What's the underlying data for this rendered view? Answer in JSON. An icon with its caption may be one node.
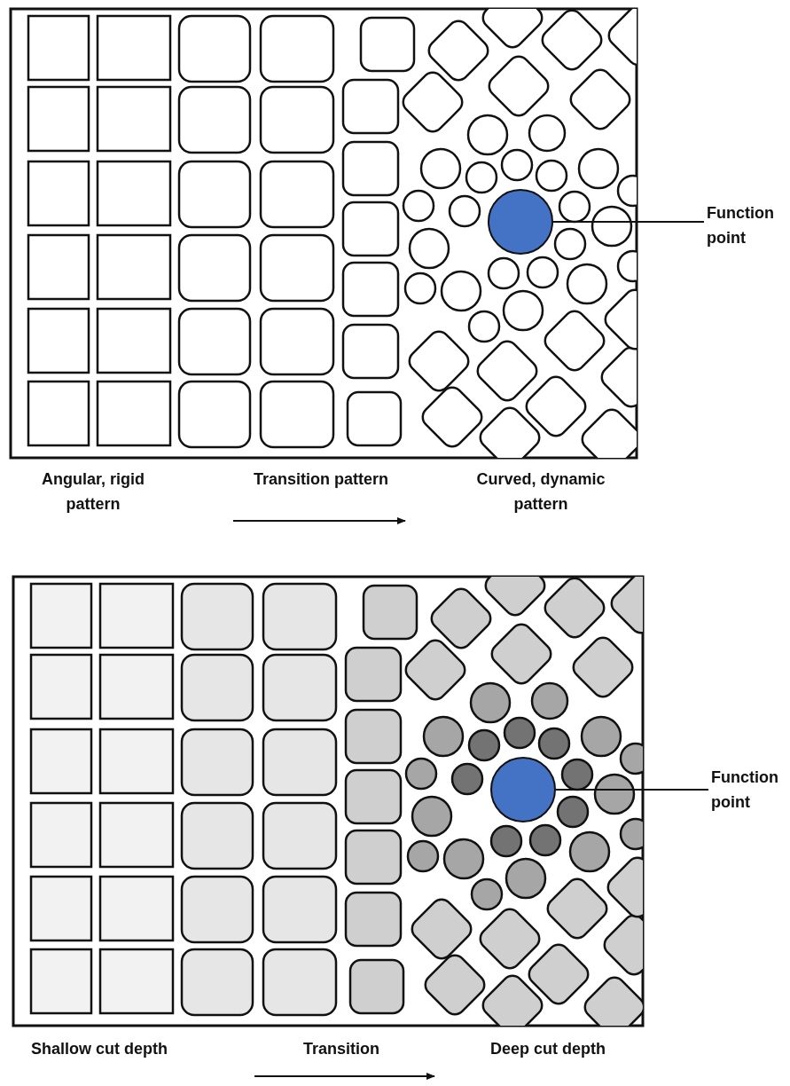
{
  "diagram": {
    "nodes": [
      {
        "text": [
          "Function point"
        ]
      },
      {
        "text": [],
        "shape": "circle"
      },
      {
        "text": [
          "Function point"
        ]
      },
      {
        "text": [],
        "shape": "circle"
      }
    ],
    "edges": [
      {
        "from": 0,
        "to": 1,
        "arrow": "none"
      },
      {
        "from": 2,
        "to": 3,
        "arrow": "none"
      }
    ],
    "labels": [
      "Angular, rigid pattern",
      "Transition pattern",
      "Curved, dynamic pattern",
      "Shallow cut depth",
      "Transition",
      "Deep cut depth"
    ]
  }
}
